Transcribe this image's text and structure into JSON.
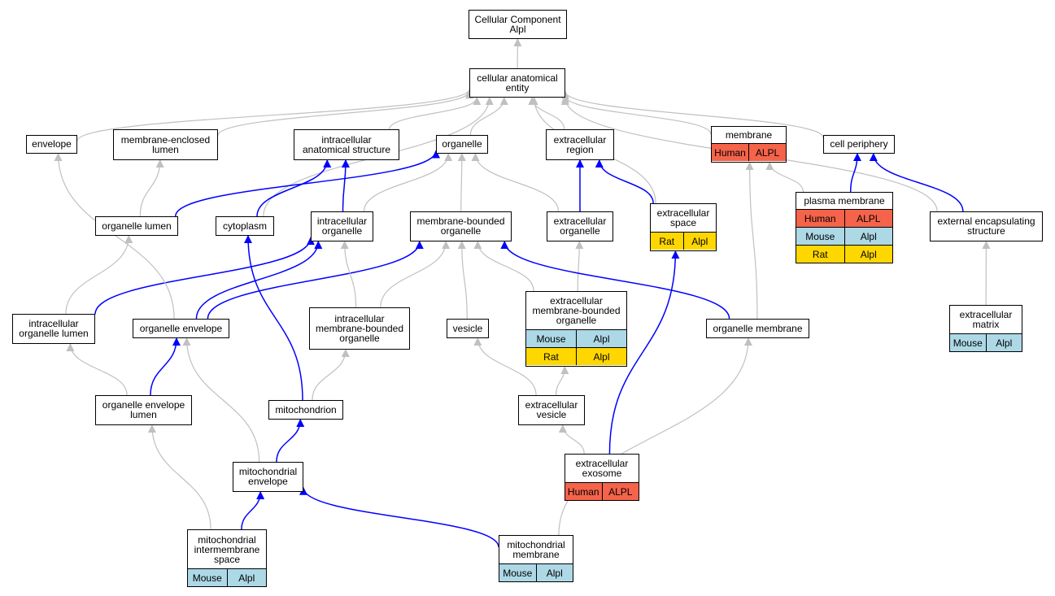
{
  "colors": {
    "Human": "#f4634a",
    "Mouse": "#add8e6",
    "Rat": "#ffd700",
    "gray_edge": "#c0c0c0",
    "blue_edge": "#0000ff"
  },
  "nodes": {
    "cc_alpl": {
      "label": "Cellular Component\nAlpl"
    },
    "cae": {
      "label": "cellular anatomical\nentity"
    },
    "envelope": {
      "label": "envelope"
    },
    "mel": {
      "label": "membrane-enclosed\nlumen"
    },
    "ias": {
      "label": "intracellular\nanatomical structure"
    },
    "organelle": {
      "label": "organelle"
    },
    "ecregion": {
      "label": "extracellular\nregion"
    },
    "membrane": {
      "label": "membrane",
      "rows": [
        [
          "Human",
          "ALPL"
        ]
      ]
    },
    "cellperiph": {
      "label": "cell periphery"
    },
    "orglumen": {
      "label": "organelle lumen"
    },
    "cytoplasm": {
      "label": "cytoplasm"
    },
    "intorg": {
      "label": "intracellular\norganelle"
    },
    "mbo": {
      "label": "membrane-bounded\norganelle"
    },
    "ecorg": {
      "label": "extracellular\norganelle"
    },
    "ecspace": {
      "label": "extracellular\nspace",
      "rows": [
        [
          "Rat",
          "Alpl"
        ]
      ]
    },
    "plasmamem": {
      "label": "plasma membrane",
      "rows": [
        [
          "Human",
          "ALPL"
        ],
        [
          "Mouse",
          "Alpl"
        ],
        [
          "Rat",
          "Alpl"
        ]
      ]
    },
    "extencap": {
      "label": "external encapsulating\nstructure"
    },
    "iol": {
      "label": "intracellular\norganelle lumen"
    },
    "orgenv": {
      "label": "organelle envelope"
    },
    "imbo": {
      "label": "intracellular\nmembrane-bounded\norganelle"
    },
    "vesicle": {
      "label": "vesicle"
    },
    "ecmbo": {
      "label": "extracellular\nmembrane-bounded\norganelle",
      "rows": [
        [
          "Mouse",
          "Alpl"
        ],
        [
          "Rat",
          "Alpl"
        ]
      ]
    },
    "orgmem": {
      "label": "organelle membrane"
    },
    "ecmatrix": {
      "label": "extracellular\nmatrix",
      "rows": [
        [
          "Mouse",
          "Alpl"
        ]
      ]
    },
    "oel": {
      "label": "organelle envelope\nlumen"
    },
    "mito": {
      "label": "mitochondrion"
    },
    "ecvesicle": {
      "label": "extracellular\nvesicle"
    },
    "mitoenv": {
      "label": "mitochondrial\nenvelope"
    },
    "exosome": {
      "label": "extracellular\nexosome",
      "rows": [
        [
          "Human",
          "ALPL"
        ]
      ]
    },
    "mims": {
      "label": "mitochondrial\nintermembrane\nspace",
      "rows": [
        [
          "Mouse",
          "Alpl"
        ]
      ]
    },
    "mitomem": {
      "label": "mitochondrial\nmembrane",
      "rows": [
        [
          "Mouse",
          "Alpl"
        ]
      ]
    }
  },
  "edges": [
    {
      "from": "cae",
      "to": "cc_alpl",
      "color": "gray"
    },
    {
      "from": "envelope",
      "to": "cae",
      "color": "gray"
    },
    {
      "from": "mel",
      "to": "cae",
      "color": "gray"
    },
    {
      "from": "ias",
      "to": "cae",
      "color": "gray"
    },
    {
      "from": "organelle",
      "to": "cae",
      "color": "gray"
    },
    {
      "from": "ecregion",
      "to": "cae",
      "color": "gray"
    },
    {
      "from": "membrane",
      "to": "cae",
      "color": "gray"
    },
    {
      "from": "cellperiph",
      "to": "cae",
      "color": "gray"
    },
    {
      "from": "cytoplasm",
      "to": "cae",
      "color": "gray"
    },
    {
      "from": "ecspace",
      "to": "cae",
      "color": "gray"
    },
    {
      "from": "extencap",
      "to": "cae",
      "color": "gray"
    },
    {
      "from": "orglumen",
      "to": "mel",
      "color": "gray"
    },
    {
      "from": "orglumen",
      "to": "organelle",
      "color": "blue"
    },
    {
      "from": "cytoplasm",
      "to": "ias",
      "color": "blue"
    },
    {
      "from": "intorg",
      "to": "ias",
      "color": "blue"
    },
    {
      "from": "intorg",
      "to": "organelle",
      "color": "gray"
    },
    {
      "from": "mbo",
      "to": "organelle",
      "color": "gray"
    },
    {
      "from": "ecorg",
      "to": "organelle",
      "color": "gray"
    },
    {
      "from": "ecorg",
      "to": "ecregion",
      "color": "blue"
    },
    {
      "from": "ecspace",
      "to": "ecregion",
      "color": "blue"
    },
    {
      "from": "plasmamem",
      "to": "membrane",
      "color": "gray"
    },
    {
      "from": "plasmamem",
      "to": "cellperiph",
      "color": "blue"
    },
    {
      "from": "extencap",
      "to": "cellperiph",
      "color": "blue"
    },
    {
      "from": "iol",
      "to": "orglumen",
      "color": "gray"
    },
    {
      "from": "iol",
      "to": "intorg",
      "color": "blue"
    },
    {
      "from": "orgenv",
      "to": "envelope",
      "color": "gray"
    },
    {
      "from": "orgenv",
      "to": "intorg",
      "color": "blue"
    },
    {
      "from": "orgenv",
      "to": "mbo",
      "color": "blue"
    },
    {
      "from": "imbo",
      "to": "intorg",
      "color": "gray"
    },
    {
      "from": "imbo",
      "to": "mbo",
      "color": "gray"
    },
    {
      "from": "vesicle",
      "to": "mbo",
      "color": "gray"
    },
    {
      "from": "ecmbo",
      "to": "mbo",
      "color": "gray"
    },
    {
      "from": "ecmbo",
      "to": "ecorg",
      "color": "gray"
    },
    {
      "from": "orgmem",
      "to": "mbo",
      "color": "blue"
    },
    {
      "from": "orgmem",
      "to": "membrane",
      "color": "gray"
    },
    {
      "from": "ecmatrix",
      "to": "extencap",
      "color": "gray"
    },
    {
      "from": "oel",
      "to": "iol",
      "color": "gray"
    },
    {
      "from": "oel",
      "to": "orgenv",
      "color": "blue"
    },
    {
      "from": "mito",
      "to": "cytoplasm",
      "color": "blue"
    },
    {
      "from": "mito",
      "to": "imbo",
      "color": "gray"
    },
    {
      "from": "ecvesicle",
      "to": "vesicle",
      "color": "gray"
    },
    {
      "from": "ecvesicle",
      "to": "ecmbo",
      "color": "gray"
    },
    {
      "from": "mitoenv",
      "to": "orgenv",
      "color": "gray"
    },
    {
      "from": "mitoenv",
      "to": "mito",
      "color": "blue"
    },
    {
      "from": "exosome",
      "to": "ecvesicle",
      "color": "gray"
    },
    {
      "from": "exosome",
      "to": "ecspace",
      "color": "blue"
    },
    {
      "from": "mims",
      "to": "oel",
      "color": "gray"
    },
    {
      "from": "mims",
      "to": "mitoenv",
      "color": "blue"
    },
    {
      "from": "mitomem",
      "to": "mitoenv",
      "color": "blue"
    },
    {
      "from": "mitomem",
      "to": "orgmem",
      "color": "gray"
    }
  ]
}
